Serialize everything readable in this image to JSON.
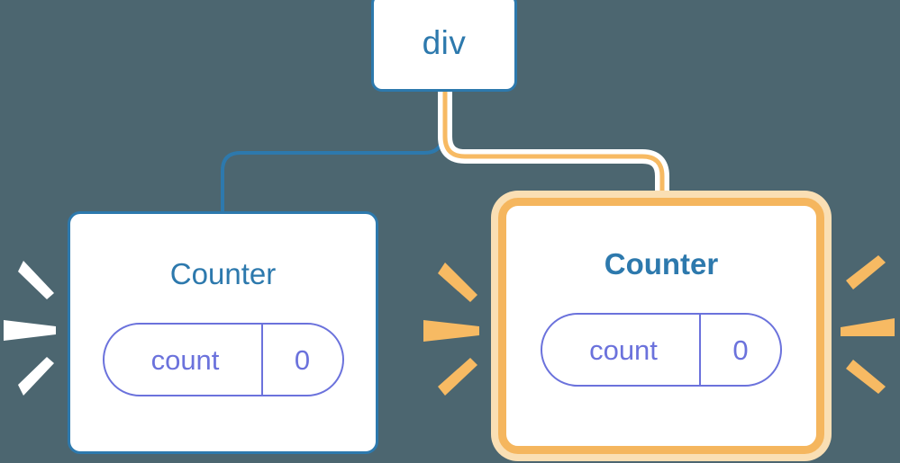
{
  "diagram": {
    "type": "component-tree",
    "background_color": "#4c6670",
    "root": {
      "label": "div",
      "border_color": "#2d79ad",
      "highlighted": false
    },
    "children": [
      {
        "label": "Counter",
        "state": {
          "key": "count",
          "value": "0"
        },
        "border_color": "#2d79ad",
        "accent_color": "#6b72dc",
        "highlighted": false,
        "rays_color": "#ffffff"
      },
      {
        "label": "Counter",
        "state": {
          "key": "count",
          "value": "0"
        },
        "border_color": "#f5b65e",
        "accent_color": "#6b72dc",
        "highlighted": true,
        "rays_color": "#f7ba63"
      }
    ],
    "connectors": [
      {
        "from": "div",
        "to": "Counter-left",
        "color": "#2d79ad",
        "highlighted": false
      },
      {
        "from": "div",
        "to": "Counter-right",
        "color": "#f7ba63",
        "highlighted": true
      }
    ],
    "colors": {
      "background": "#4c6670",
      "blue": "#2d79ad",
      "orange": "#f5b65e",
      "orange_glow": "#fadfb4",
      "periwinkle": "#6b72dc",
      "white": "#ffffff"
    }
  }
}
